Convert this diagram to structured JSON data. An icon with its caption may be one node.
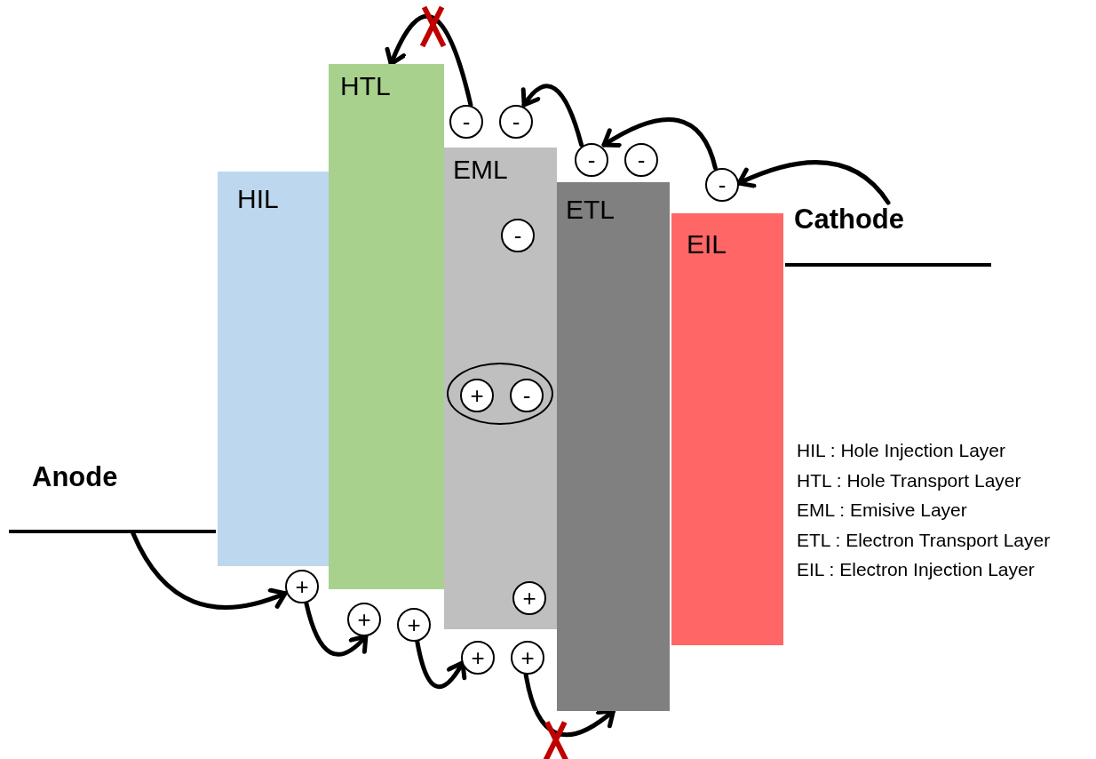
{
  "diagram": {
    "nodes": [
      {
        "text": [
          "HIL"
        ]
      },
      {
        "text": [
          "HTL"
        ]
      },
      {
        "text": [
          "EML"
        ]
      },
      {
        "text": [
          "ETL"
        ]
      },
      {
        "text": [
          "EIL"
        ]
      },
      {
        "text": [
          "Anode"
        ]
      },
      {
        "text": [
          "Cathode"
        ]
      },
      {
        "text": [
          "-"
        ]
      },
      {
        "text": [
          "-"
        ]
      },
      {
        "text": [
          "-"
        ]
      },
      {
        "text": [
          "-"
        ]
      },
      {
        "text": [
          "-"
        ]
      },
      {
        "text": [
          "-"
        ],
        "in": 2
      },
      {
        "text": [],
        "shape": "ellipse",
        "in": 2
      },
      {
        "text": [
          "+"
        ],
        "in": 13
      },
      {
        "text": [
          "-"
        ],
        "in": 13
      },
      {
        "text": [
          "+"
        ]
      },
      {
        "text": [
          "+"
        ]
      },
      {
        "text": [
          "+"
        ]
      },
      {
        "text": [
          "+"
        ],
        "in": 2
      },
      {
        "text": [
          "+"
        ]
      },
      {
        "text": [
          "+"
        ]
      }
    ],
    "edges": [
      {
        "from": 6,
        "to": 11,
        "arrow": "to"
      },
      {
        "from": 11,
        "to": 9,
        "arrow": "to"
      },
      {
        "from": 9,
        "to": 8,
        "arrow": "to"
      },
      {
        "from": 7,
        "to": 1,
        "arrow": "to"
      },
      {
        "from": 5,
        "to": 16,
        "arrow": "to"
      },
      {
        "from": 16,
        "to": 17,
        "arrow": "to"
      },
      {
        "from": 18,
        "to": 20,
        "arrow": "to"
      },
      {
        "from": 21,
        "to": 3,
        "arrow": "to"
      }
    ],
    "labels": [
      "HIL : Hole Injection Layer",
      "HTL : Hole Transport Layer",
      "EML : Emisive Layer",
      "ETL : Electron Transport Layer",
      "EIL : Electron Injection Layer"
    ]
  }
}
